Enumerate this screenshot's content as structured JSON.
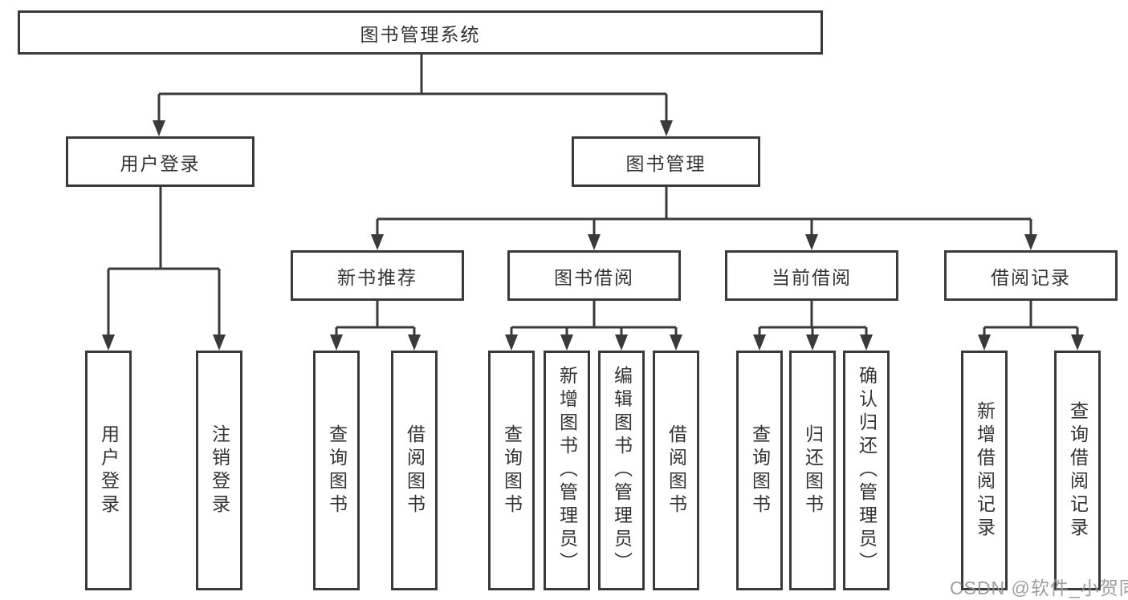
{
  "diagram_title": "图书管理系统",
  "tree": {
    "label": "图书管理系统",
    "children": [
      {
        "label": "用户登录",
        "children": [
          {
            "label": "用户登录"
          },
          {
            "label": "注销登录"
          }
        ]
      },
      {
        "label": "图书管理",
        "children": [
          {
            "label": "新书推荐",
            "children": [
              {
                "label": "查询图书"
              },
              {
                "label": "借阅图书"
              }
            ]
          },
          {
            "label": "图书借阅",
            "children": [
              {
                "label": "查询图书"
              },
              {
                "label": "新增图书（管理员）"
              },
              {
                "label": "编辑图书（管理员）"
              },
              {
                "label": "借阅图书"
              }
            ]
          },
          {
            "label": "当前借阅",
            "children": [
              {
                "label": "查询图书"
              },
              {
                "label": "归还图书"
              },
              {
                "label": "确认归还（管理员）"
              }
            ]
          },
          {
            "label": "借阅记录",
            "children": [
              {
                "label": "新增借阅记录"
              },
              {
                "label": "查询借阅记录"
              }
            ]
          }
        ]
      }
    ]
  },
  "watermark": {
    "text": "CSDN @软件_小贺同学"
  },
  "colors": {
    "line": "#3a3a3a",
    "text": "#333333",
    "background": "#ffffff",
    "watermark": "#949494"
  }
}
